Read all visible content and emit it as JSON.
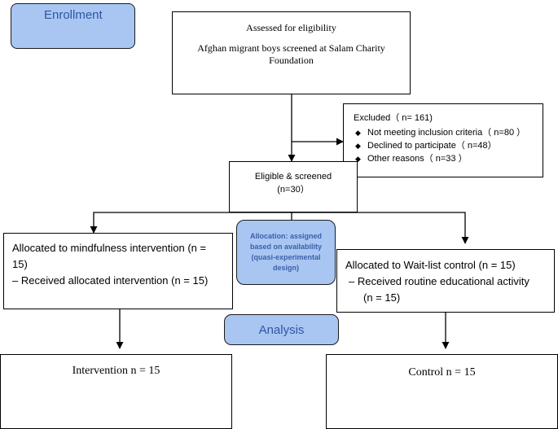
{
  "stages": {
    "enrollment": "Enrollment",
    "analysis": "Analysis"
  },
  "assessed": {
    "title": "Assessed for eligibility",
    "line1": "Afghan migrant boys screened at Salam Charity",
    "line2": "Foundation"
  },
  "excluded": {
    "title": "Excluded（ n= 161)",
    "reasons": [
      "Not meeting inclusion criteria（ n=80 ）",
      "Declined to participate（ n=48）",
      "Other reasons（ n=33 ）"
    ]
  },
  "eligible": {
    "line1": "Eligible & screened",
    "line2": "(n=30）"
  },
  "allocation_note": {
    "line1": "Allocation: assigned",
    "line2": "based on availability",
    "line3": "(quasi-experimental",
    "line4": "design)"
  },
  "intervention_arm": {
    "line1": "Allocated to mindfulness intervention (n =",
    "line2": "15)",
    "line3": "– Received allocated intervention (n = 15)"
  },
  "control_arm": {
    "line1": "Allocated to Wait-list control (n = 15)",
    "line2": "– Received routine educational activity",
    "line3": "(n = 15)"
  },
  "analysis_boxes": {
    "intervention": "Intervention n = 15",
    "control": "Control n = 15"
  },
  "colors": {
    "stage_fill": "#a9c6f2",
    "allocation_text": "#3b5fa8"
  }
}
